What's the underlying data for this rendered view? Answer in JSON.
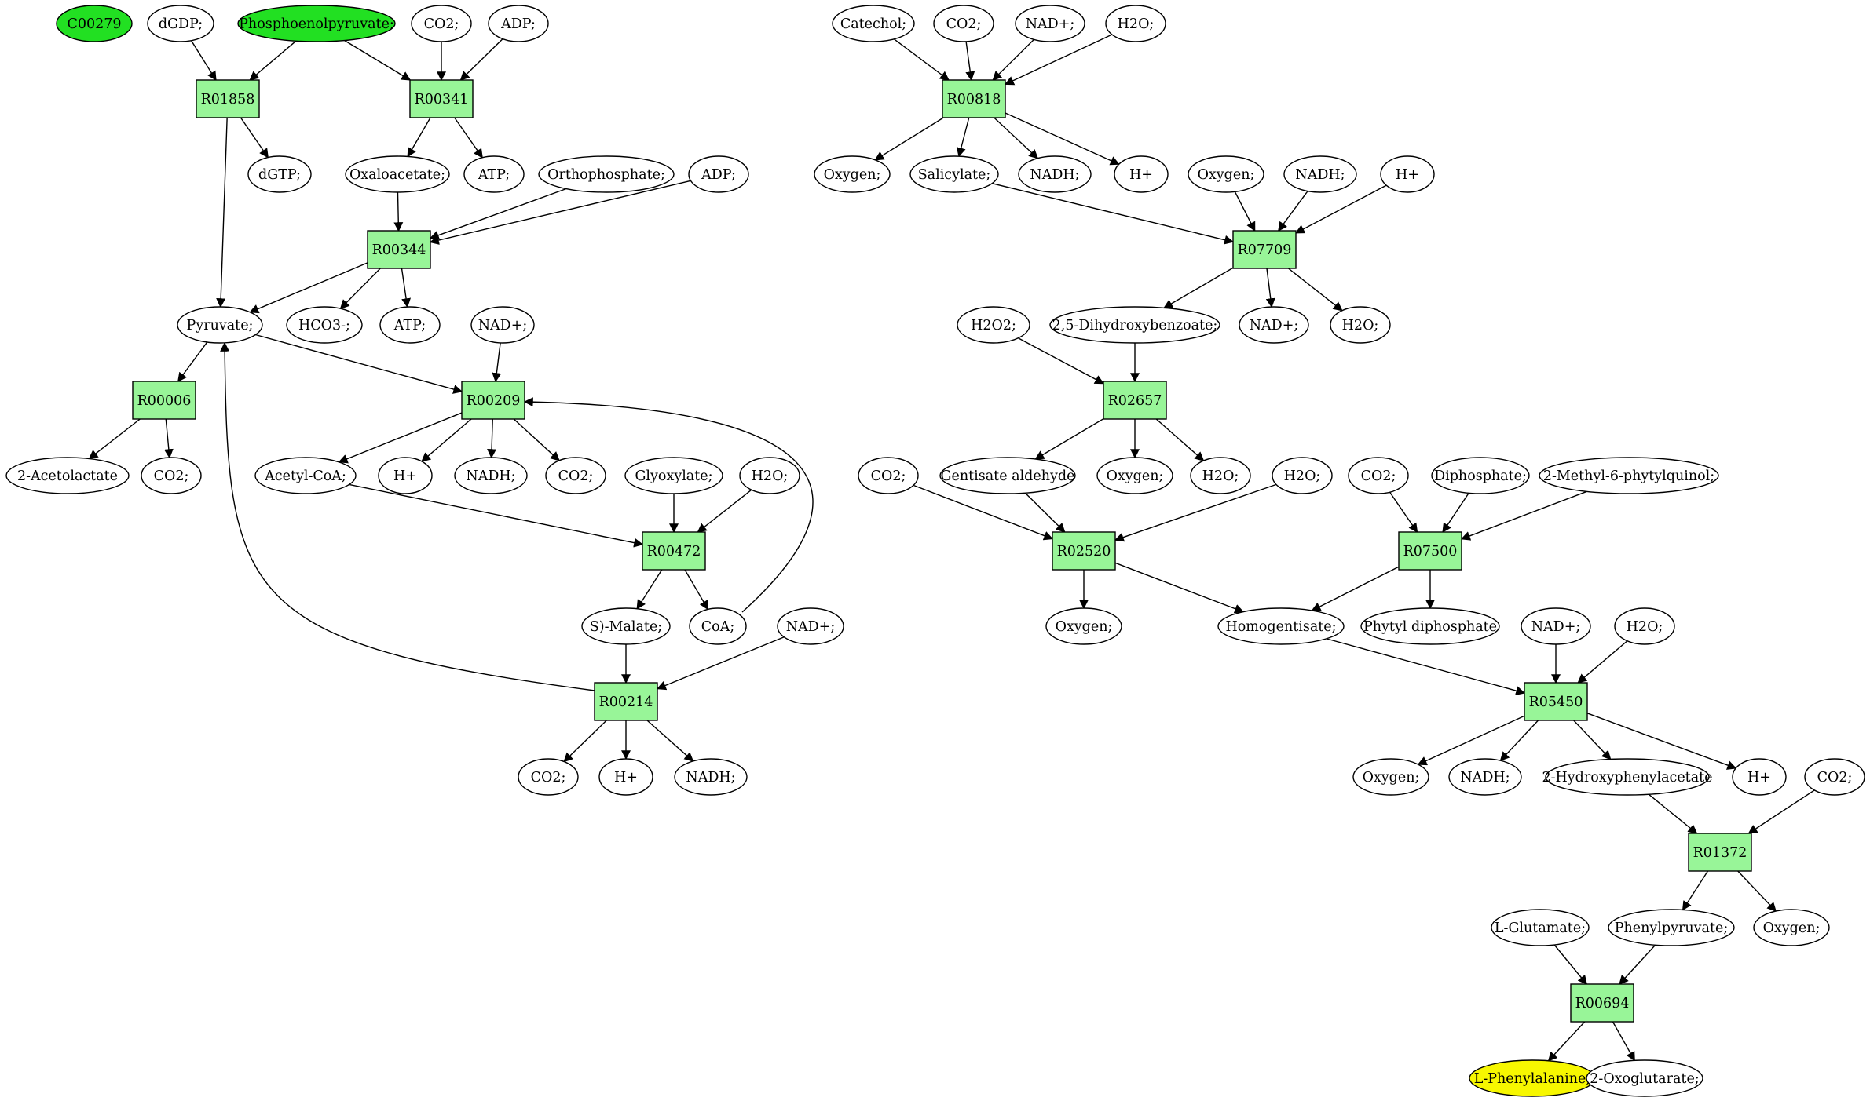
{
  "colors": {
    "reaction": "#98f598",
    "source": "#22e022",
    "target": "#f7f700",
    "metabolite": "#ffffff"
  },
  "reactions": {
    "R01858": "R01858",
    "R00341": "R00341",
    "R00344": "R00344",
    "R00006": "R00006",
    "R00209": "R00209",
    "R00472": "R00472",
    "R00214": "R00214",
    "R00818": "R00818",
    "R07709": "R07709",
    "R02657": "R02657",
    "R02520": "R02520",
    "R07500": "R07500",
    "R05450": "R05450",
    "R01372": "R01372",
    "R00694": "R00694"
  },
  "metabolites": {
    "c00279": "C00279",
    "dgdp": "dGDP;",
    "pep": "Phosphoenolpyruvate;",
    "co2_a": "CO2;",
    "adp_a": "ADP;",
    "dgtp": "dGTP;",
    "oxaloacetate": "Oxaloacetate;",
    "atp_a": "ATP;",
    "orthophosphate": "Orthophosphate;",
    "adp_b": "ADP;",
    "pyruvate": "Pyruvate;",
    "hco3": "HCO3-;",
    "atp_b": "ATP;",
    "nadp_a": "NAD+;",
    "acetolactate": "2-Acetolactate",
    "co2_b": "CO2;",
    "acetylcoa": "Acetyl-CoA;",
    "h_a": "H+",
    "nadh_a": "NADH;",
    "co2_c": "CO2;",
    "glyoxylate": "Glyoxylate;",
    "h2o_a": "H2O;",
    "smalate": "S)-Malate;",
    "coa": "CoA;",
    "nadp_b": "NAD+;",
    "co2_d": "CO2;",
    "h_b": "H+",
    "nadh_b": "NADH;",
    "catechol": "Catechol;",
    "co2_e": "CO2;",
    "nadp_c": "NAD+;",
    "h2o_b": "H2O;",
    "oxygen_a": "Oxygen;",
    "salicylate": "Salicylate;",
    "nadh_c": "NADH;",
    "h_c": "H+",
    "oxygen_b": "Oxygen;",
    "nadh_d": "NADH;",
    "h_d": "H+",
    "h2o2": "H2O2;",
    "dhb": "2,5-Dihydroxybenzoate;",
    "nadp_d": "NAD+;",
    "h2o_c": "H2O;",
    "co2_f": "CO2;",
    "gentisate_aldehyde": "Gentisate aldehyde",
    "oxygen_c": "Oxygen;",
    "h2o_d": "H2O;",
    "h2o_e": "H2O;",
    "co2_g": "CO2;",
    "diphosphate": "Diphosphate;",
    "mpq": "2-Methyl-6-phytylquinol;",
    "oxygen_d": "Oxygen;",
    "homogentisate": "Homogentisate;",
    "phytyl_dp": "Phytyl diphosphate",
    "nadp_e": "NAD+;",
    "h2o_f": "H2O;",
    "oxygen_e": "Oxygen;",
    "nadh_e": "NADH;",
    "hpa": "2-Hydroxyphenylacetate",
    "h_e": "H+",
    "co2_h": "CO2;",
    "lglutamate": "L-Glutamate;",
    "phenylpyruvate": "Phenylpyruvate;",
    "oxygen_f": "Oxygen;",
    "lphe": "L-Phenylalanine;",
    "oxoglutarate": "2-Oxoglutarate;"
  }
}
